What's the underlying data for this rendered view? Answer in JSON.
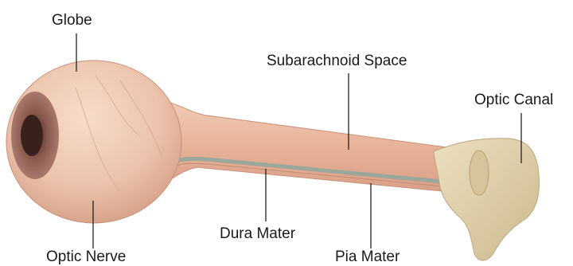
{
  "labels": {
    "globe": "Globe",
    "subarachnoid_space": "Subarachnoid Space",
    "optic_canal": "Optic Canal",
    "dura_mater": "Dura Mater",
    "optic_nerve": "Optic Nerve",
    "pia_mater": "Pia Mater"
  },
  "colors": {
    "sclera": "#ecc3ac",
    "nerve": "#eab59c",
    "pia_stripe": "#9aa79a",
    "iris": "#8a5a4e",
    "pupil": "#3a201c",
    "bone": "#e0cfa8",
    "leader_line": "#222222"
  }
}
